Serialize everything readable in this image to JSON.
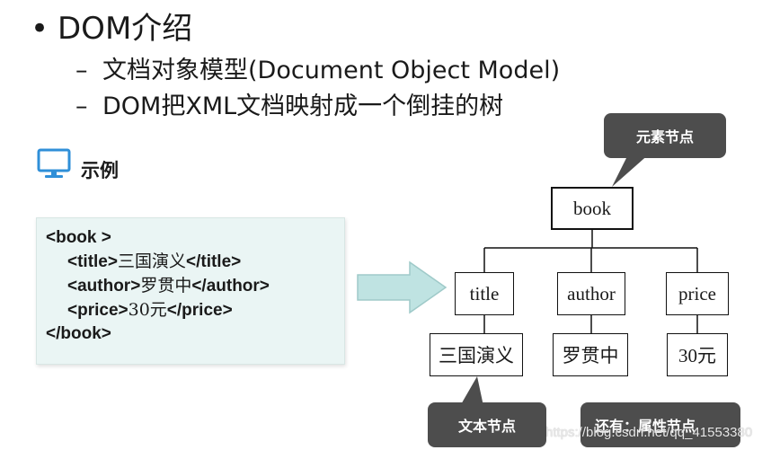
{
  "slide": {
    "bullet_symbol": "•",
    "heading": "DOM介绍",
    "dash_symbol": "–",
    "sub_points": [
      "文档对象模型(Document Object Model)",
      "DOM把XML文档映射成一个倒挂的树"
    ]
  },
  "example": {
    "icon": "monitor-icon",
    "label": "示例"
  },
  "xml_code": {
    "book_open": "<book >",
    "title_open": "<title>",
    "title_text": "三国演义",
    "title_close": "</title>",
    "author_open": "<author>",
    "author_text": "罗贯中",
    "author_close": "</author>",
    "price_open": "<price>",
    "price_text": "30元",
    "price_close": "</price>",
    "book_close": "</book>"
  },
  "tree": {
    "root": "book",
    "elements": [
      "title",
      "author",
      "price"
    ],
    "texts": [
      "三国演义",
      "罗贯中",
      "30元"
    ]
  },
  "callouts": {
    "element_node": "元素节点",
    "text_node": "文本节点",
    "attribute_node": "还有：属性节点"
  },
  "watermark": "https://blog.csdn.net/qq_41553380",
  "colors": {
    "code_bg": "#eaf5f4",
    "arrow_fill": "#bfe3e2",
    "callout_bg": "#4d4d4d",
    "icon_blue": "#2f8fd8"
  }
}
